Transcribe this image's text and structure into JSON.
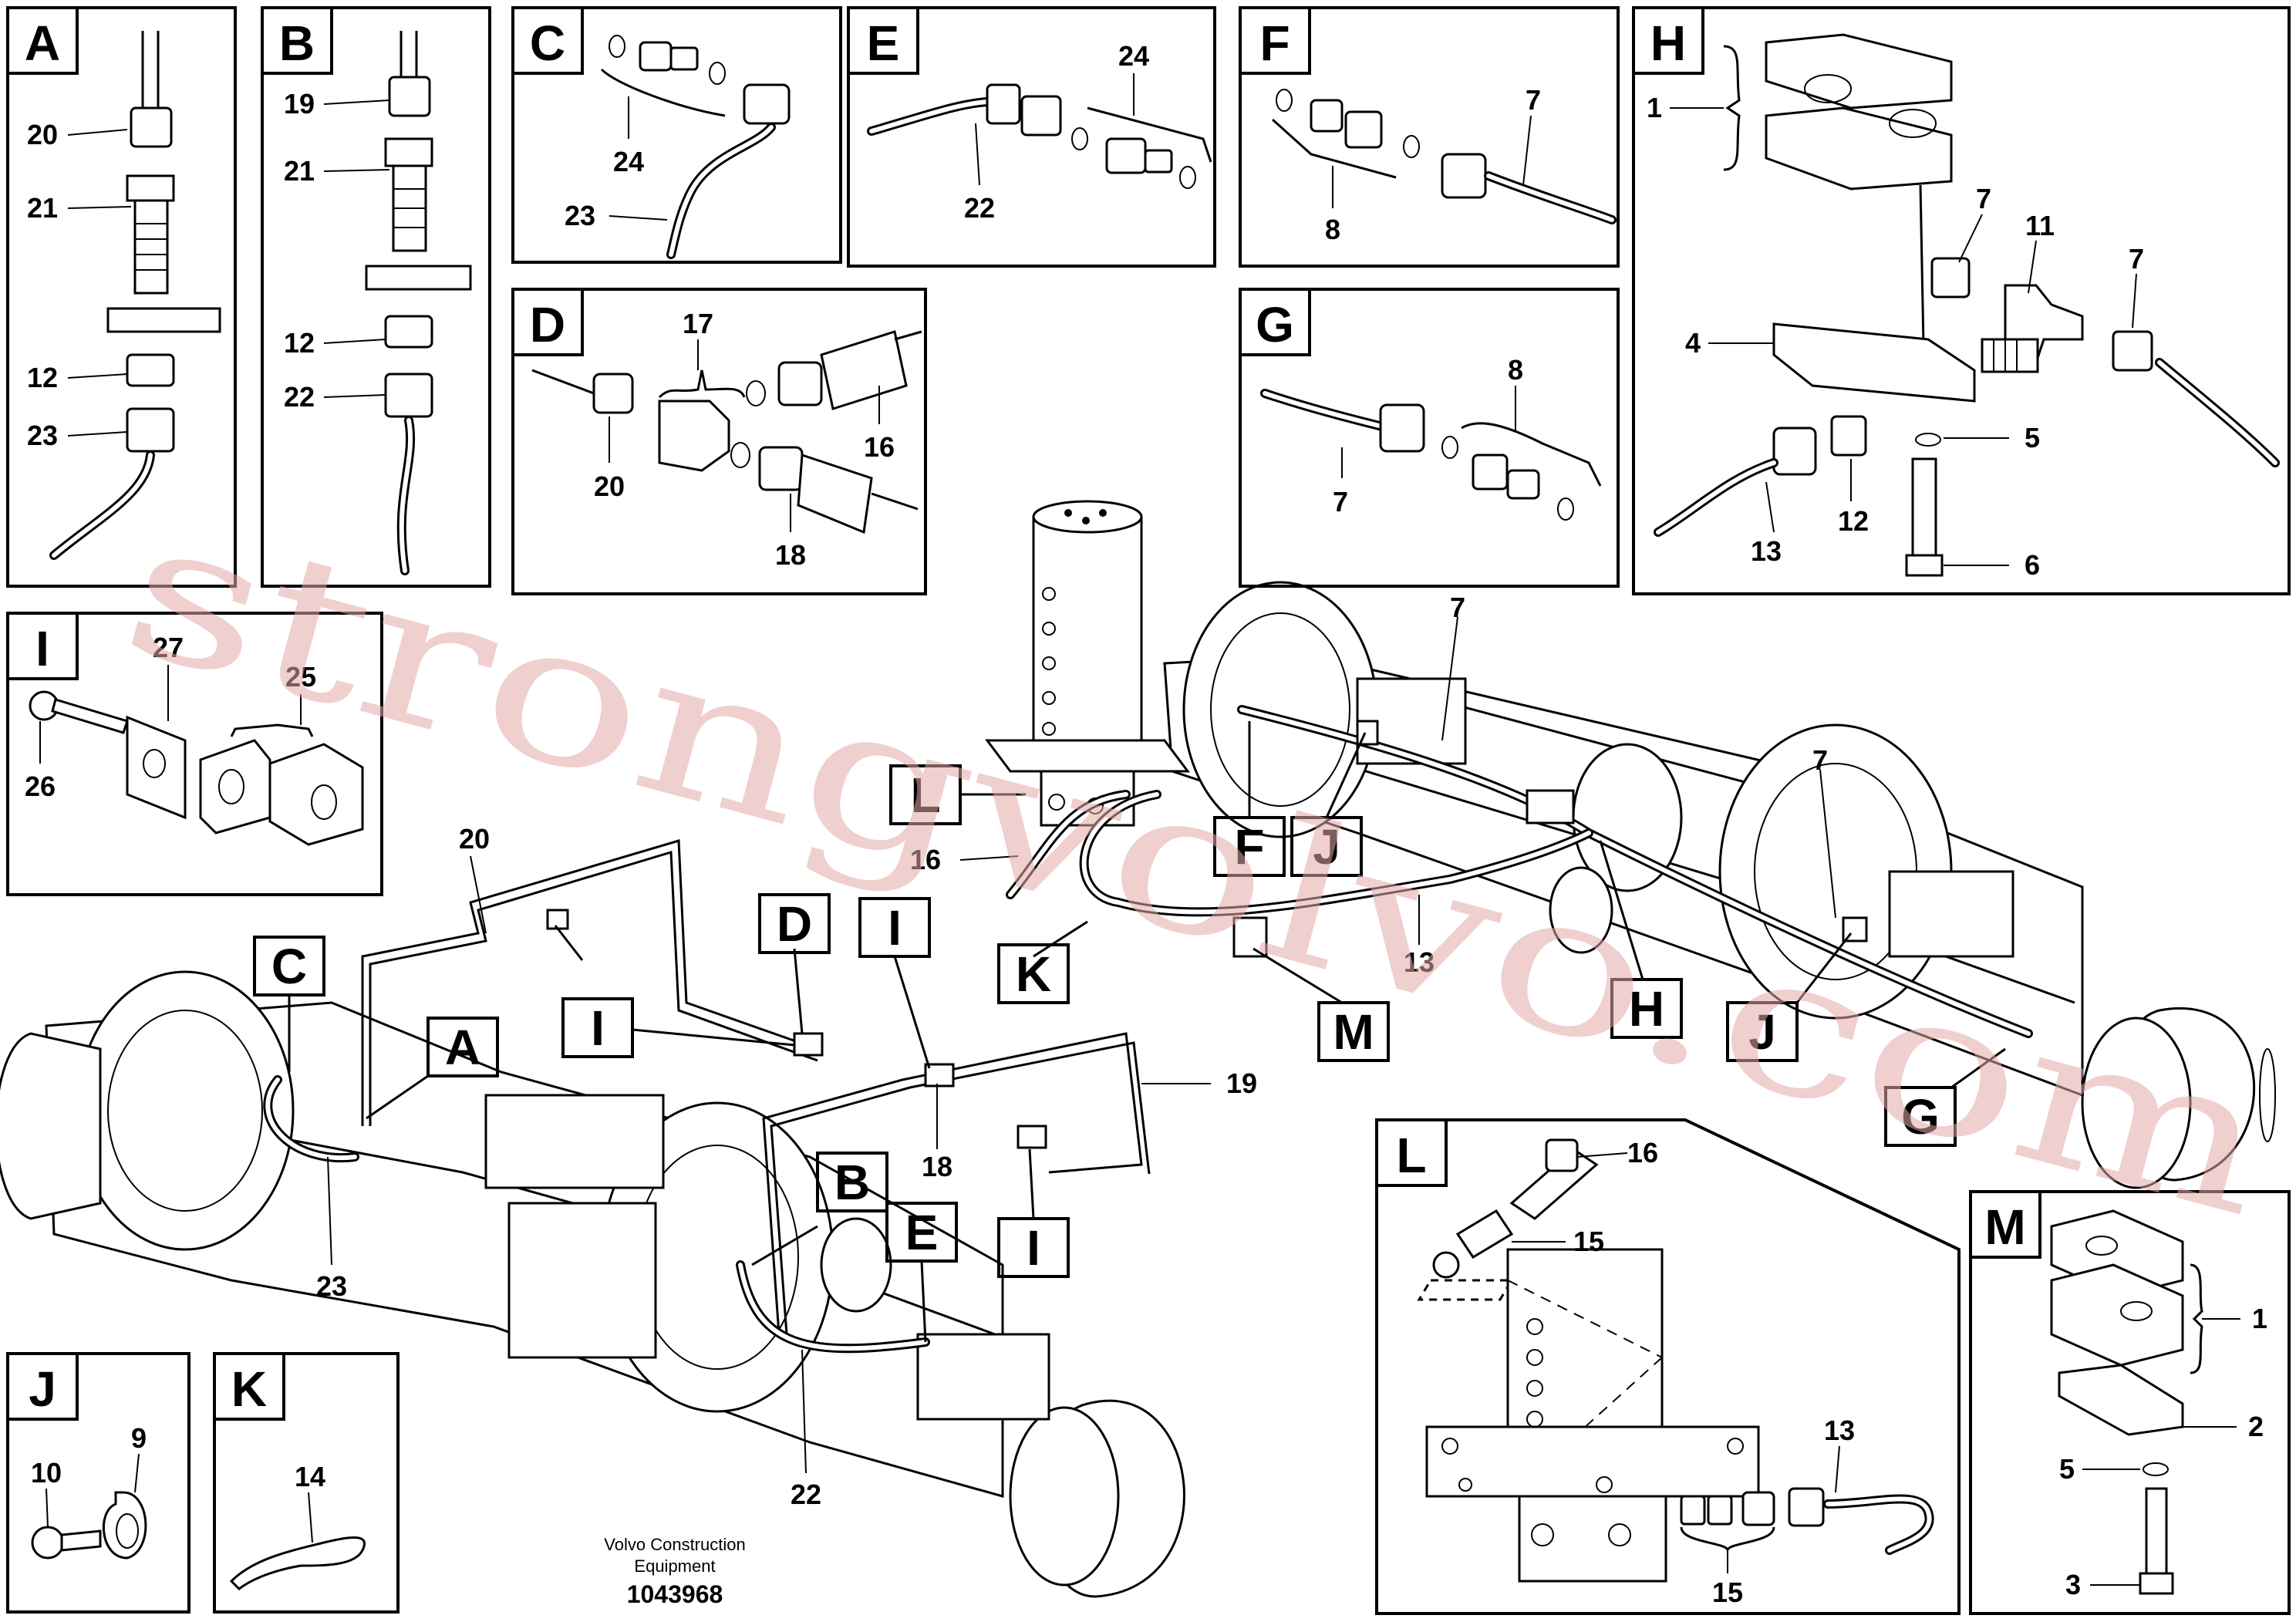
{
  "detail_panels": [
    {
      "letter": "A",
      "parts": [
        "20",
        "21",
        "12",
        "23"
      ]
    },
    {
      "letter": "B",
      "parts": [
        "19",
        "21",
        "12",
        "22"
      ]
    },
    {
      "letter": "C",
      "parts": [
        "24",
        "23"
      ]
    },
    {
      "letter": "E",
      "parts": [
        "24",
        "22"
      ]
    },
    {
      "letter": "F",
      "parts": [
        "7",
        "8"
      ]
    },
    {
      "letter": "H",
      "parts": [
        "1",
        "7",
        "11",
        "7",
        "4",
        "5",
        "13",
        "12",
        "6"
      ]
    },
    {
      "letter": "D",
      "parts": [
        "17",
        "20",
        "16",
        "18"
      ]
    },
    {
      "letter": "G",
      "parts": [
        "8",
        "7"
      ]
    },
    {
      "letter": "I",
      "parts": [
        "27",
        "25",
        "26"
      ]
    },
    {
      "letter": "L",
      "parts": [
        "16",
        "15",
        "13",
        "15"
      ]
    },
    {
      "letter": "M",
      "parts": [
        "1",
        "2",
        "5",
        "3"
      ]
    },
    {
      "letter": "J",
      "parts": [
        "9",
        "10"
      ]
    },
    {
      "letter": "K",
      "parts": [
        "14"
      ]
    }
  ],
  "main_view": {
    "callouts": [
      "L",
      "F",
      "J",
      "C",
      "D",
      "I",
      "K",
      "M",
      "H",
      "J",
      "A",
      "I",
      "G",
      "B",
      "E",
      "I"
    ],
    "part_numbers": [
      "7",
      "7",
      "16",
      "20",
      "13",
      "19",
      "18",
      "23",
      "22"
    ]
  },
  "caption": {
    "line1": "Volvo Construction",
    "line2": "Equipment"
  },
  "document_number": "1043968",
  "watermark": "strongvolvo.com"
}
